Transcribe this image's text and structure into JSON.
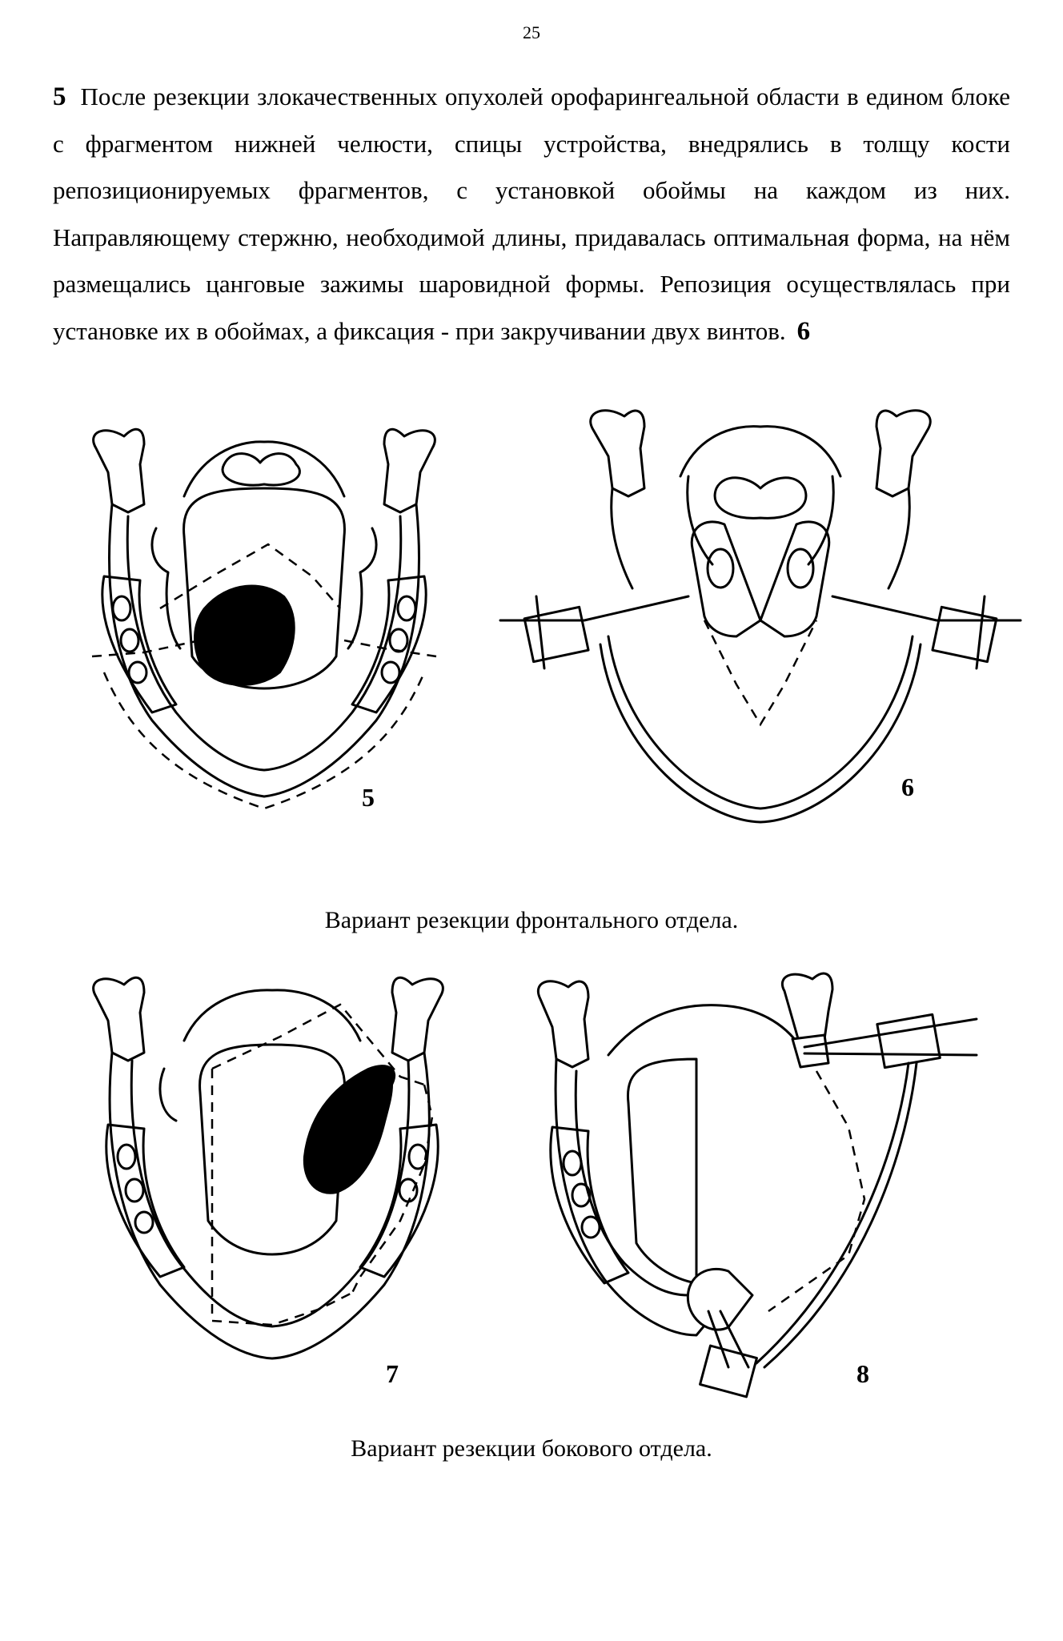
{
  "page": {
    "number": "25"
  },
  "paragraph": {
    "lead_figure": "5",
    "text": "После резекции злокачественных опухолей орофарингеальной области в едином блоке с фрагментом нижней челюсти, спицы устройства, внедрялись в толщу кости репозиционируемых фрагментов, с установкой обоймы на каждом из них. Направляющему стержню, необходимой длины, придавалась оптимальная форма, на нём размещались цанговые зажимы шаровидной формы. Репозиция осуществлялась при установке их в обоймах, а фиксация - при закручивании двух винтов.",
    "trail_figure": "6"
  },
  "figures": {
    "fig5": {
      "label": "5"
    },
    "fig6": {
      "label": "6"
    },
    "fig7": {
      "label": "7"
    },
    "fig8": {
      "label": "8"
    }
  },
  "captions": {
    "frontal": "Вариант резекции фронтального отдела.",
    "lateral": "Вариант резекции бокового отдела."
  }
}
